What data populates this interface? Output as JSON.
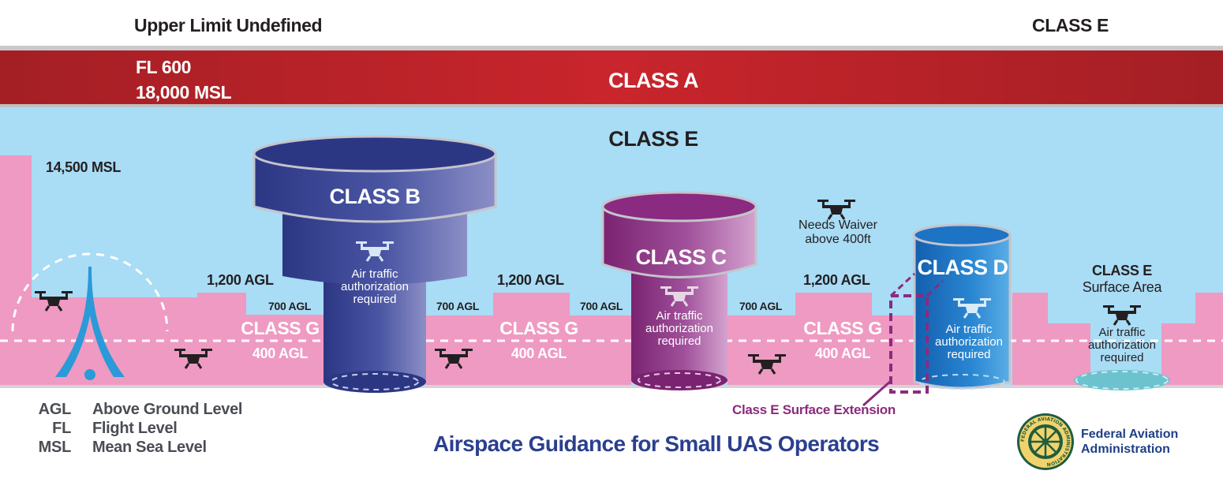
{
  "title": "Airspace Guidance for Small UAS Operators",
  "top": {
    "upper_limit": "Upper Limit Undefined",
    "class_e_top": "CLASS E"
  },
  "class_a": {
    "fl_label": "FL 600",
    "msl_label": "18,000 MSL",
    "name": "CLASS A"
  },
  "class_e_band": {
    "name": "CLASS E",
    "altitude": "14,500 MSL"
  },
  "class_b": {
    "name": "CLASS B",
    "auth": "Air traffic authorization required"
  },
  "class_c": {
    "name": "CLASS C",
    "auth": "Air traffic authorization required"
  },
  "class_d": {
    "name": "CLASS D",
    "auth": "Air traffic authorization required"
  },
  "class_e_surface": {
    "name": "CLASS E",
    "subtitle": "Surface Area",
    "auth": "Air traffic authorization required"
  },
  "class_g": [
    {
      "name": "CLASS G",
      "agl_label": "400 AGL",
      "ceiling": "1,200 AGL",
      "step": "700 AGL"
    },
    {
      "name": "CLASS G",
      "agl_label": "400 AGL",
      "ceiling": "1,200 AGL",
      "step_left": "700 AGL",
      "step_right": "700 AGL"
    },
    {
      "name": "CLASS G",
      "agl_label": "400 AGL",
      "ceiling": "1,200 AGL",
      "step": "700 AGL"
    }
  ],
  "waiver": "Needs Waiver above 400ft",
  "surface_extension": "Class E Surface Extension",
  "legend": [
    {
      "abbr": "AGL",
      "meaning": "Above Ground Level"
    },
    {
      "abbr": "FL",
      "meaning": "Flight Level"
    },
    {
      "abbr": "MSL",
      "meaning": "Mean Sea Level"
    }
  ],
  "faa": {
    "name_line1": "Federal Aviation",
    "name_line2": "Administration",
    "seal_text": "FEDERAL AVIATION ADMINISTRATION"
  },
  "colors": {
    "class_a": "#c1272d",
    "class_e": "#a9dcf5",
    "class_g": "#ef9ac2",
    "class_b": "#2d3a8c",
    "class_c": "#8c2a7e",
    "class_d": "#1d73c4",
    "surface_ext": "#8c2a7e",
    "title": "#2b3f8f",
    "drone": "#231f20"
  },
  "icons": [
    "drone-icon",
    "airport-tower-icon",
    "faa-seal-icon"
  ]
}
